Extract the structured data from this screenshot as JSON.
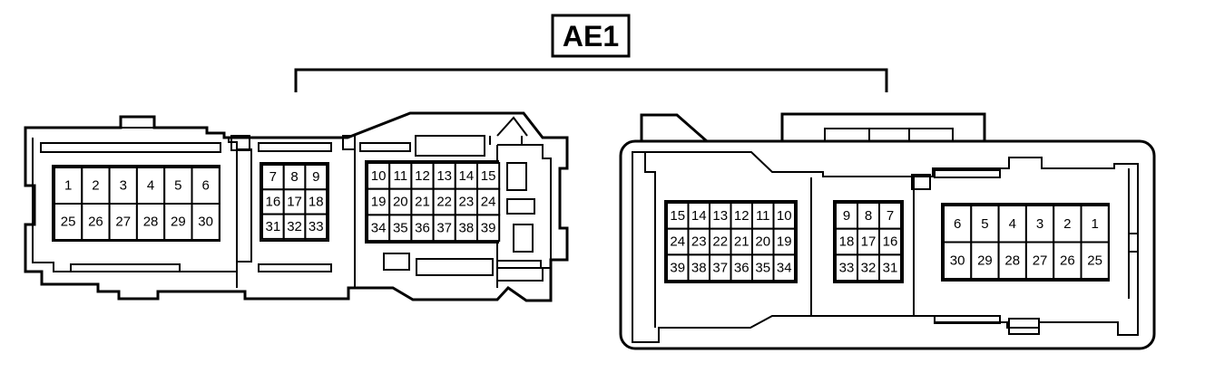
{
  "connector_label": "AE1",
  "left_connector": {
    "block_a": [
      [
        "1",
        "2",
        "3",
        "4",
        "5",
        "6"
      ],
      [
        "25",
        "26",
        "27",
        "28",
        "29",
        "30"
      ]
    ],
    "block_b": [
      [
        "7",
        "8",
        "9"
      ],
      [
        "16",
        "17",
        "18"
      ],
      [
        "31",
        "32",
        "33"
      ]
    ],
    "block_c": [
      [
        "10",
        "11",
        "12",
        "13",
        "14",
        "15"
      ],
      [
        "19",
        "20",
        "21",
        "22",
        "23",
        "24"
      ],
      [
        "34",
        "35",
        "36",
        "37",
        "38",
        "39"
      ]
    ]
  },
  "right_connector": {
    "block_a": [
      [
        "15",
        "14",
        "13",
        "12",
        "11",
        "10"
      ],
      [
        "24",
        "23",
        "22",
        "21",
        "20",
        "19"
      ],
      [
        "39",
        "38",
        "37",
        "36",
        "35",
        "34"
      ]
    ],
    "block_b": [
      [
        "9",
        "8",
        "7"
      ],
      [
        "18",
        "17",
        "16"
      ],
      [
        "33",
        "32",
        "31"
      ]
    ],
    "block_c": [
      [
        "6",
        "5",
        "4",
        "3",
        "2",
        "1"
      ],
      [
        "30",
        "29",
        "28",
        "27",
        "26",
        "25"
      ]
    ]
  }
}
